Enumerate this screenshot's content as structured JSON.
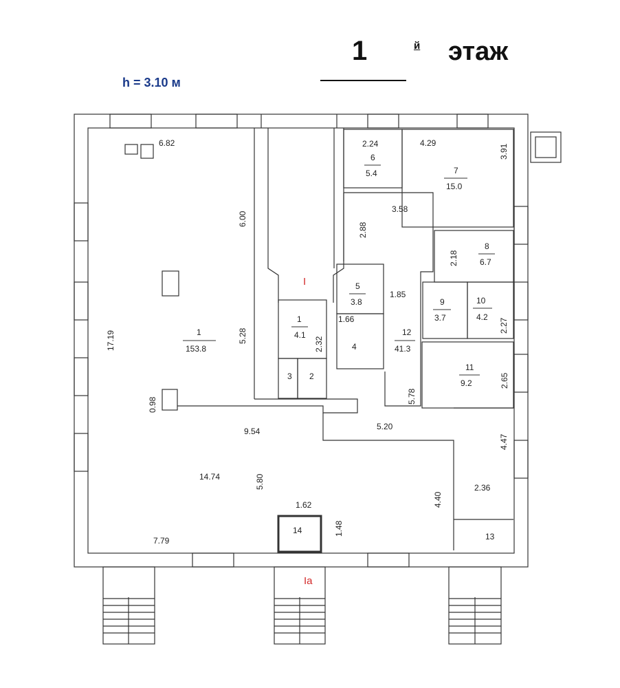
{
  "header": {
    "ceiling_height": "h = 3.10 м",
    "floor_number": "1",
    "floor_suffix": "й",
    "floor_word": "этаж"
  },
  "rooms": [
    {
      "num": "1",
      "area": "153.8"
    },
    {
      "num": "1",
      "area": "4.1"
    },
    {
      "num": "2",
      "area": ""
    },
    {
      "num": "3",
      "area": ""
    },
    {
      "num": "4",
      "area": ""
    },
    {
      "num": "5",
      "area": "3.8"
    },
    {
      "num": "6",
      "area": "5.4"
    },
    {
      "num": "7",
      "area": "15.0"
    },
    {
      "num": "8",
      "area": "6.7"
    },
    {
      "num": "9",
      "area": "3.7"
    },
    {
      "num": "10",
      "area": "4.2"
    },
    {
      "num": "11",
      "area": "9.2"
    },
    {
      "num": "12",
      "area": "41.3"
    },
    {
      "num": "13",
      "area": ""
    },
    {
      "num": "14",
      "area": ""
    }
  ],
  "dimensions": [
    "6.82",
    "6.00",
    "17.19",
    "5.28",
    "0.98",
    "9.54",
    "14.74",
    "5.80",
    "7.79",
    "1.62",
    "1.48",
    "2.32",
    "1.66",
    "2.24",
    "4.29",
    "3.91",
    "3.58",
    "2.88",
    "2.18",
    "1.85",
    "2.27",
    "2.65",
    "5.78",
    "5.20",
    "4.47",
    "4.40",
    "2.36"
  ],
  "entrances": [
    "I",
    "Ia"
  ]
}
